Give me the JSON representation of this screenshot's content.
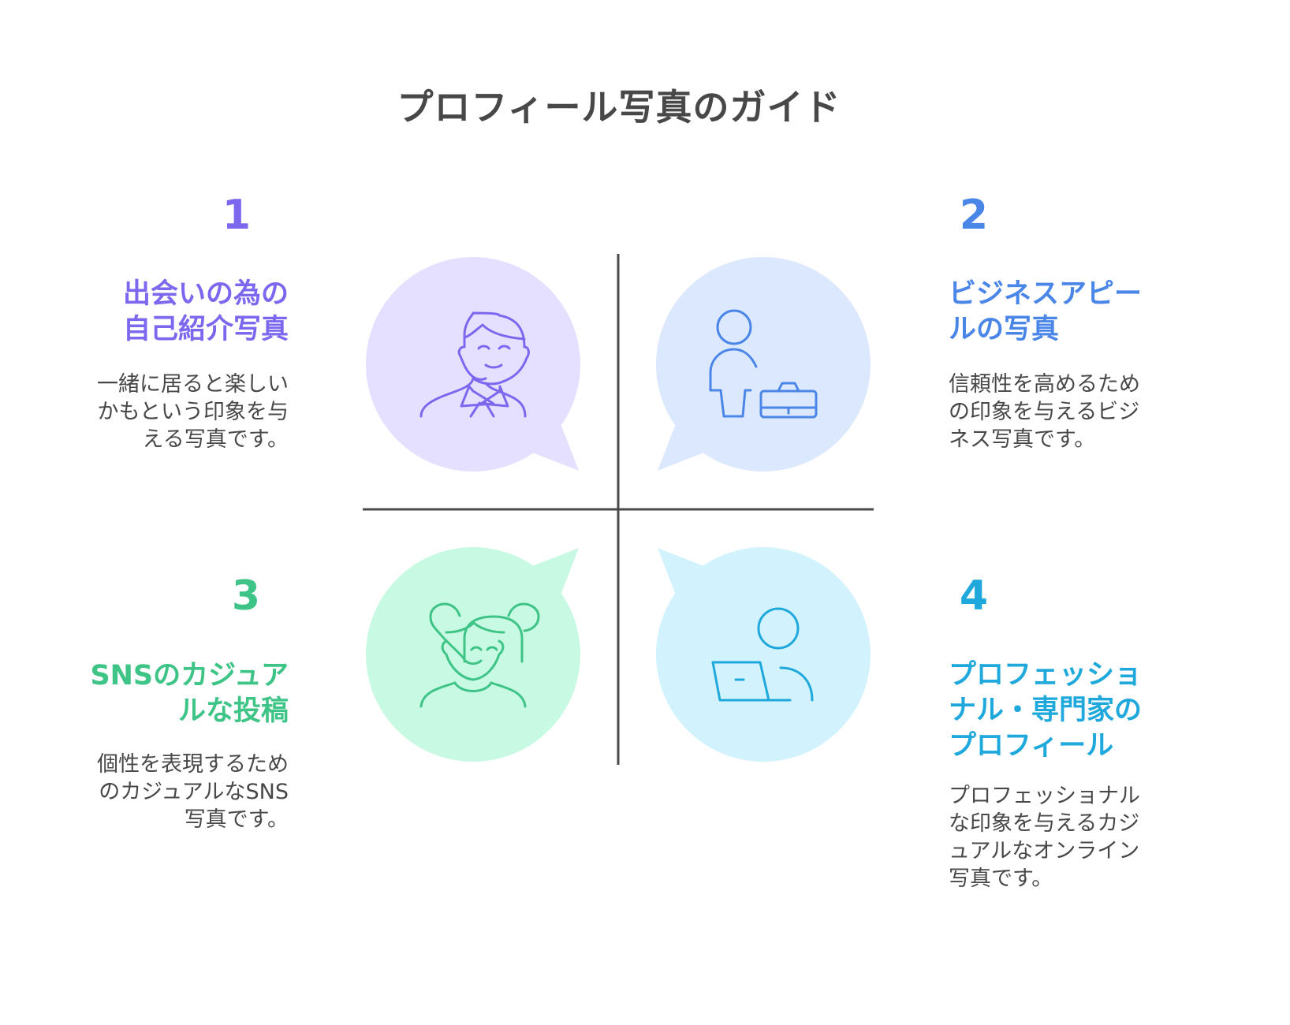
{
  "title": "プロフィール写真のガイド",
  "colors": {
    "text": "#484848",
    "divider": "#4a4a4a",
    "purple": "#7b68ee",
    "purple_bg": "#e5e0ff",
    "blue": "#4a86e8",
    "blue_bg": "#dce8fd",
    "green": "#3ec486",
    "green_bg": "#c8f9e2",
    "cyan": "#1ea8dc",
    "cyan_bg": "#d2f3fd"
  },
  "quadrants": [
    {
      "number": "1",
      "heading_lines": [
        "出会いの為の",
        "自己紹介写真"
      ],
      "heading": "出会いの為の自己紹介写真",
      "desc_lines": [
        "一緒に居ると楽しい",
        "かもという印象を与",
        "える写真です。"
      ],
      "icon": "smiling-man-bowtie-icon",
      "color": "#7b68ee",
      "bg": "#e5e0ff"
    },
    {
      "number": "2",
      "heading_lines": [
        "ビジネスアピー",
        "ルの写真"
      ],
      "heading": "ビジネスアピールの写真",
      "desc_lines": [
        "信頼性を高めるため",
        "の印象を与えるビジ",
        "ネス写真です。"
      ],
      "icon": "person-briefcase-icon",
      "color": "#4a86e8",
      "bg": "#dce8fd"
    },
    {
      "number": "3",
      "heading_lines": [
        "SNSのカジュア",
        "ルな投稿"
      ],
      "heading": "SNSのカジュアルな投稿",
      "desc_lines": [
        "個性を表現するため",
        "のカジュアルなSNS",
        "写真です。"
      ],
      "icon": "smiling-girl-buns-icon",
      "color": "#3ec486",
      "bg": "#c8f9e2"
    },
    {
      "number": "4",
      "heading_lines": [
        "プロフェッショ",
        "ナル・専門家の",
        "プロフィール"
      ],
      "heading": "プロフェッショナル・専門家のプロフィール",
      "desc_lines": [
        "プロフェッショナル",
        "な印象を与えるカジ",
        "ュアルなオンライン",
        "写真です。"
      ],
      "icon": "person-laptop-icon",
      "color": "#1ea8dc",
      "bg": "#d2f3fd"
    }
  ]
}
